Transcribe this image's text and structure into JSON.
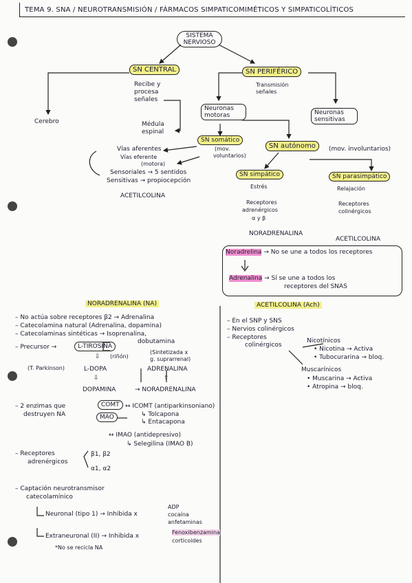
{
  "title": "TEMA 9. SNA / NEUROTRANSMISIÓN / FÁRMACOS SIMPATICOMIMÉTICOS Y SIMPATICOLÍTICOS",
  "map": {
    "root": "SISTEMA NERVIOSO",
    "central": "SN CENTRAL",
    "central_desc": [
      "Recibe y",
      "procesa",
      "señales"
    ],
    "cerebro": "Cerebro",
    "medula": [
      "Médula",
      "espinal"
    ],
    "periferico": "SN PERIFÉRICO",
    "periferico_desc": [
      "Transmisión",
      "señales"
    ],
    "motoras": [
      "Neuronas",
      "motoras"
    ],
    "sensitivas": [
      "Neuronas",
      "sensitivas"
    ],
    "somatico": "SN somático",
    "somatico_desc": [
      "(mov.",
      "voluntarios)"
    ],
    "autonomo": "SN autónomo",
    "autonomo_desc": "(mov. involuntarios)",
    "vias_aferentes": "Vías aferentes",
    "vias_eferentes": [
      "Vías eferente",
      "(motora)"
    ],
    "sensoriales": "Sensoriales → 5 sentidos",
    "sensitivas_prop": "Sensitivas → propiocepción",
    "acetilcolina_1": "ACETILCOLINA",
    "simpatico": "SN simpático",
    "simpatico_desc": "Estrés",
    "simpatico_rec": [
      "Receptores",
      "adrenérgicos",
      "α y β"
    ],
    "parasimpatico": "SN parasimpático",
    "parasimpatico_desc": "Relajación",
    "parasimpatico_rec": [
      "Receptores",
      "colinérgicos"
    ],
    "noradrenalina": "NORADRENALINA",
    "acetilcolina_2": "ACETILCOLINA",
    "note_nora": "Noradrelina",
    "note_nora_rest": "→ No se une a todos los receptores",
    "note_adre": "Adrenalina",
    "note_adre_rest": [
      "→ Sí se une a todos los",
      "receptores del SNAS"
    ]
  },
  "left": {
    "heading": "NORADRENALINA (NA)",
    "items": [
      "No actúa sobre receptores β2 → Adrenalina",
      "Catecolamina natural (Adrenalina, dopamina)",
      "Catecolaminas sintéticas → Isoprenalina,",
      "dobutamina"
    ],
    "precursor": "Precursor →",
    "tirosina": "L-TIROSINA",
    "riñon": "(riñón)",
    "sintetizada": [
      "(Sintetizada x",
      "g. suprarrenal)"
    ],
    "parkinson": "(T. Parkinson)",
    "ldopa": "L-DOPA",
    "adrenalina": "ADRENALINA",
    "dopamina": "DOPAMINA",
    "noradrenalina": "→ NORADRENALINA",
    "enzimas": [
      "2 enzimas que",
      "destruyen NA"
    ],
    "comt": "COMT",
    "mao": "MAO",
    "icomt": "↔ ICOMT (antiparkinsoniano)",
    "tolcapona": "↳ Tolcapona",
    "entacapona": "↳ Entacapona",
    "imao": "↔ IMAO (antidepresivo)",
    "selegilina": "↳ Selegilina (IMAO B)",
    "receptores": [
      "Receptores",
      "adrenérgicos"
    ],
    "beta": "β1, β2",
    "alfa": "α1, α2",
    "captacion": [
      "Captación neurotransmisor",
      "catecolamínico"
    ],
    "neuronal": "Neuronal (tipo 1) → Inhibida x",
    "adp": [
      "ADP",
      "cocaína",
      "anfetaminas"
    ],
    "extraneuronal": "Extraneuronal (II) → Inhibida x",
    "fenoxi": [
      "Fenoxibenzamina",
      "corticoides"
    ],
    "no_recicla": "*No se recicla NA"
  },
  "right": {
    "heading": "ACETILCOLINA (Ach)",
    "items": [
      "En el SNP y SNS",
      "Nervios colinérgicos"
    ],
    "receptores": [
      "Receptores",
      "colinérgicos"
    ],
    "nicotinicos": "Nicotínicos",
    "nicotina": "• Nicotina → Activa",
    "tubo": "• Tubocurarina → bloq.",
    "muscarinicos": "Muscarínicos",
    "muscarina": "• Muscarina → Activa",
    "atropina": "• Atropina → bloq."
  }
}
